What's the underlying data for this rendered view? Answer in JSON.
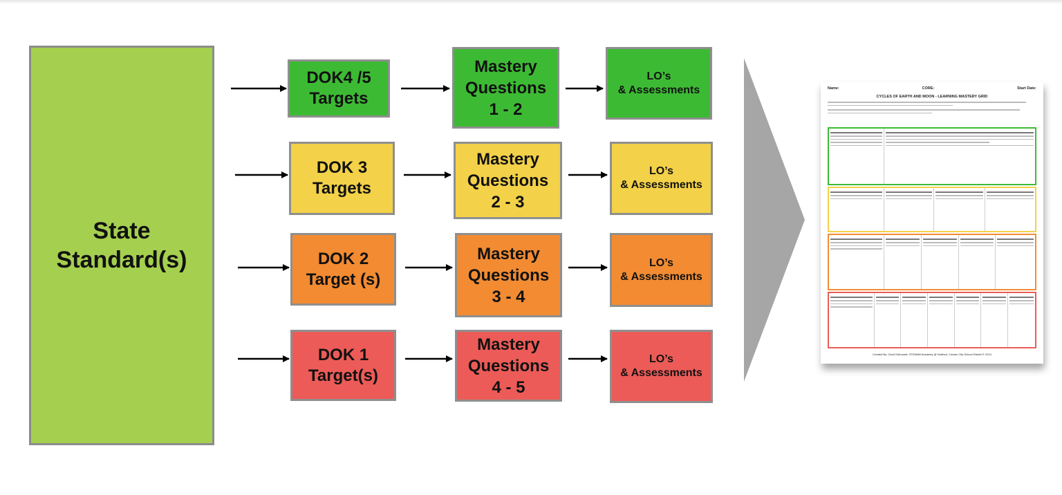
{
  "colors": {
    "state": "#a5cf4f",
    "green": "#3dba34",
    "yellow": "#f3d148",
    "orange": "#f28b32",
    "red": "#ec5b57",
    "border": "#8f8f8f",
    "big_arrow": "#a6a6a6"
  },
  "state_standard": {
    "line1": "State",
    "line2": "Standard(s)"
  },
  "rows": [
    {
      "level": "green",
      "dok": [
        "DOK4 /5",
        "Targets"
      ],
      "mastery": [
        "Mastery",
        "Questions",
        "1 - 2"
      ],
      "lo": [
        "LO’s",
        "& Assessments"
      ]
    },
    {
      "level": "yellow",
      "dok": [
        "DOK 3",
        "Targets"
      ],
      "mastery": [
        "Mastery",
        "Questions",
        "2 - 3"
      ],
      "lo": [
        "LO’s",
        "& Assessments"
      ]
    },
    {
      "level": "orange",
      "dok": [
        "DOK 2",
        "Target (s)"
      ],
      "mastery": [
        "Mastery",
        "Questions",
        "3 - 4"
      ],
      "lo": [
        "LO’s",
        "& Assessments"
      ]
    },
    {
      "level": "red",
      "dok": [
        "DOK 1",
        "Target(s)"
      ],
      "mastery": [
        "Mastery",
        "Questions",
        "4 - 5"
      ],
      "lo": [
        "LO’s",
        "& Assessments"
      ]
    }
  ],
  "icons": {
    "arrow": "right-arrow-icon",
    "big_arrow": "chevron-right-icon"
  },
  "document": {
    "name_label": "Name:",
    "core_label": "CORE:",
    "start_date_label": "Start Date:",
    "title": "CYCLES OF EARTH AND MOON - LEARNING MASTERY GRID",
    "footer": "Created By: Chad Ostrowski, STEAMM Academy @ Hartford, Canton City School District © 2014"
  }
}
